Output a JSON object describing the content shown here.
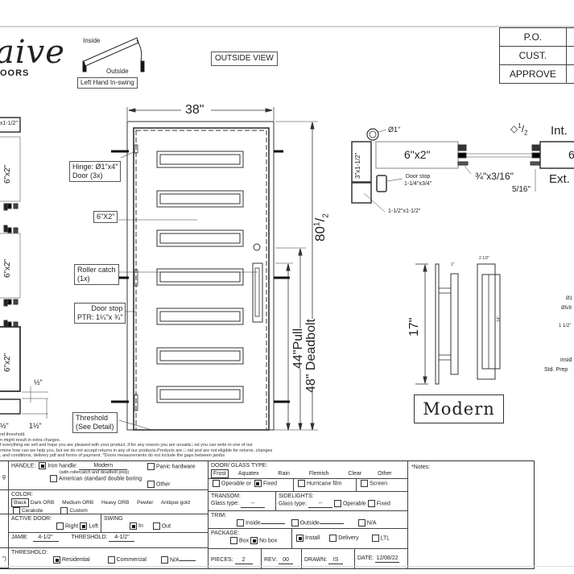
{
  "brand": {
    "script": "aive",
    "sub": "OORS"
  },
  "swing_diagram": {
    "inside": "Inside",
    "outside": "Outside",
    "label": "Left Hand In-swing"
  },
  "view_label": "OUTSIDE VIEW",
  "approval_table": [
    {
      "label": "P.O.",
      "value": ""
    },
    {
      "label": "CUST.",
      "value": ""
    },
    {
      "label": "APPROVE",
      "value": ""
    }
  ],
  "elevation": {
    "width": "38\"",
    "height_main": "80",
    "height_frac_num": "1",
    "height_frac_den": "2",
    "pull": "44\"Pull",
    "deadbolt": "48\" Deadbolt",
    "callouts": {
      "hinge": [
        "Hinge: Ø1\"x4\"",
        "Door (3x)"
      ],
      "glass": "6\"X2\"",
      "roller": [
        "Roller catch",
        "(1x)"
      ],
      "doorstop": [
        "Door stop",
        "PTR: 1¼\"x ¾\""
      ],
      "threshold": [
        "Threshold",
        "(See Detail)"
      ]
    }
  },
  "section_left": {
    "top_label": "x1-1/2\"",
    "glass_labels": [
      "6\"x2\"",
      "6\"x2\"",
      "6\"x2\""
    ],
    "dim_half": "½\"",
    "dim_one_half": "1½\"",
    "dim_left_half": "½\""
  },
  "section_top": {
    "diameter": "Ø1\"",
    "frame": "3\"x1-1/2\"",
    "glass": "6\"x2\"",
    "glass_right": "6",
    "doorstop": [
      "Door stop",
      "1-1/4\"x3/4\""
    ],
    "corner": "1-1/2\"x1-1/2\"",
    "square_num": "1",
    "square_den": "2",
    "strip": "¾\"x3/16\"",
    "gap": "5/16\"",
    "int": "Int.",
    "ext": "Ext."
  },
  "handle": {
    "height": "17\"",
    "dim_width": "2 1/2\"",
    "dim_side": "1\"",
    "dim_inner": "1\"",
    "dim_grip": "14\"",
    "style": "Modern"
  },
  "hardware_notes": [
    "Ø1",
    "Ø5/8",
    "1 1/2\"",
    "insid",
    "Std. Prep"
  ],
  "legal_lines": [
    "nd threshold.",
    "n might result in extra charges.",
    "f everything we sell and hope you are pleased with your product, if for any reason you are unsatis□ ed you can write to one of our",
    "rmine how can we help you, but we do not accept returns in any of our products.Products are □ nal and are not eligible for returns, changes",
    ", and conditions, delivery pdf and forms of payment. *Doors measurements do not include the gaps between jambs"
  ],
  "form": {
    "left_stub": [
      "g",
      "",
      "\")"
    ],
    "handle": {
      "label": "HANDLE:",
      "iron_label": "Iron handle:",
      "iron_value": "Modern",
      "iron_checked": true,
      "iron_note": "(with rollercatch and deadbolt prep)",
      "american": "American standard double boring",
      "american_checked": false,
      "panic": "Panic hardware",
      "panic_checked": false,
      "other": "Other",
      "other_checked": false
    },
    "color": {
      "label": "COLOR:",
      "options": [
        "Black",
        "Dark ORB",
        "Medium ORB",
        "Heavy ORB",
        "Pewter",
        "Antique gold"
      ],
      "selected": "Black",
      "cerakote": "Cerakote",
      "custom": "Custom"
    },
    "active_door": {
      "label": "ACTIVE DOOR:",
      "right": "Right",
      "left": "Left",
      "right_checked": false,
      "left_checked": true
    },
    "swing": {
      "label": "SWING",
      "in": "In",
      "out": "Out",
      "in_checked": true,
      "out_checked": false
    },
    "jamb": {
      "label": "JAMB:",
      "value": "4-1/2\"",
      "threshold_label": "THRESHOLD:",
      "threshold_value": "4-1/2\""
    },
    "threshold": {
      "label": "THRESHOLD:",
      "residential": "Residential",
      "commercial": "Commercial",
      "na": "N/A",
      "residential_checked": true
    },
    "glass_type": {
      "label": "DOOR/ GLASS TYPE:",
      "options": [
        "Frost",
        "Aquatex",
        "Rain",
        "Flemish",
        "Clear",
        "Other"
      ],
      "selected": "Frost"
    },
    "operable": "Operable",
    "or": "or",
    "fixed": "Fixed",
    "fixed_checked": true,
    "hurricane": "Hurricane film",
    "screen": "Screen",
    "transom": {
      "label": "TRANSOM:",
      "glass_label": "Glass type:",
      "value": "--"
    },
    "sidelights": {
      "label": "SIDELIGHTS:",
      "glass_label": "Glass type:",
      "value": "--",
      "operable": "Operable",
      "fixed": "Fixed"
    },
    "trim": {
      "label": "TRIM:",
      "inside": "Inside",
      "outside": "Outside",
      "na": "N/A"
    },
    "package": {
      "label": "PACKAGE:",
      "box": "Box",
      "nobox": "No box",
      "nobox_checked": true
    },
    "install": {
      "install": "Install",
      "delivery": "Delivery",
      "ltl": "LTL",
      "install_checked": true
    },
    "pieces": {
      "label": "PIECES:",
      "value": "2"
    },
    "rev": {
      "label": "REV:",
      "value": "00"
    },
    "drawn": {
      "label": "DRAWN:",
      "value": "IS"
    },
    "date": {
      "label": "DATE:",
      "value": "12/08/22"
    },
    "notes_label": "*Notes:"
  }
}
